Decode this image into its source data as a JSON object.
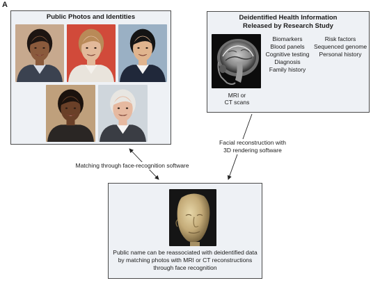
{
  "panel_letter": "A",
  "photos_box": {
    "title": "Public Photos and Identities",
    "photos": [
      {
        "name": "photo-man-1",
        "bg": "#c7a98e",
        "skin": "#8a5a3c",
        "hair": "#1d1512",
        "shirt": "#d8dde6",
        "jacket": "#3b4250"
      },
      {
        "name": "photo-woman-1",
        "bg": "#d14a3a",
        "skin": "#e2b99a",
        "hair": "#b98a58",
        "shirt": "#f4f1ec",
        "jacket": "#e9e4dc"
      },
      {
        "name": "photo-man-2",
        "bg": "#9ab0c4",
        "skin": "#e0b48e",
        "hair": "#141414",
        "shirt": "#f3f3f3",
        "jacket": "#20283a"
      },
      {
        "name": "photo-woman-2",
        "bg": "#bfa07c",
        "skin": "#6a4028",
        "hair": "#1b120d",
        "shirt": "#2a2624",
        "jacket": "#2a2624"
      },
      {
        "name": "photo-man-3",
        "bg": "#cfd6dc",
        "skin": "#e6b9a0",
        "hair": "#e8e6e2",
        "shirt": "#f5f5f5",
        "jacket": "#3a3d44"
      }
    ]
  },
  "health_box": {
    "title_line1": "Deidentified Health Information",
    "title_line2": "Released by Research Study",
    "scan_caption_line1": "MRI or",
    "scan_caption_line2": "CT scans",
    "list_col1": [
      "Biomarkers",
      "Blood panels",
      "Cognitive testing",
      "Diagnosis",
      "Family history"
    ],
    "list_col2": [
      "Risk factors",
      "Sequenced genome",
      "Personal history"
    ]
  },
  "labels": {
    "face_recognition": "Matching through face-recognition software",
    "reconstruction_line1": "Facial reconstruction with",
    "reconstruction_line2": "3D rendering software"
  },
  "result_box": {
    "line1": "Public name can be reassociated with deidentified data",
    "line2": "by matching photos with MRI or CT reconstructions",
    "line3": "through face recognition"
  },
  "colors": {
    "box_fill": "#eef1f5",
    "box_border": "#4a4a4a",
    "render_bg": "#1a1a1a",
    "render_face": "#cdb88a"
  }
}
